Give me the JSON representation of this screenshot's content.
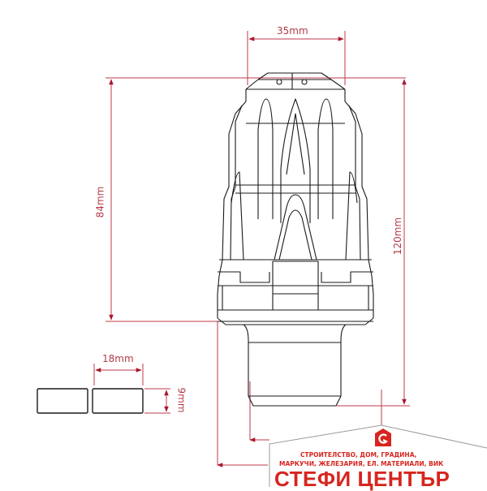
{
  "dimensions": {
    "top_width": "35mm",
    "body_height": "84mm",
    "total_height": "120mm",
    "insert_width": "18mm",
    "insert_height": "9mm"
  },
  "logo": {
    "tagline_line1": "СТРОИТЕЛСТВО, ДОМ, ГРАДИНА,",
    "tagline_line2": "МАРКУЧИ, ЖЕЛЕЗАРИЯ,  ЕЛ. МАТЕРИАЛИ, ВИК",
    "brand_name": "СТЕФИ ЦЕНТЪР",
    "brand_color": "#d7251f"
  },
  "colors": {
    "dimension_line": "#c0394b",
    "outline": "#1a1a1a",
    "background": "#ffffff"
  }
}
